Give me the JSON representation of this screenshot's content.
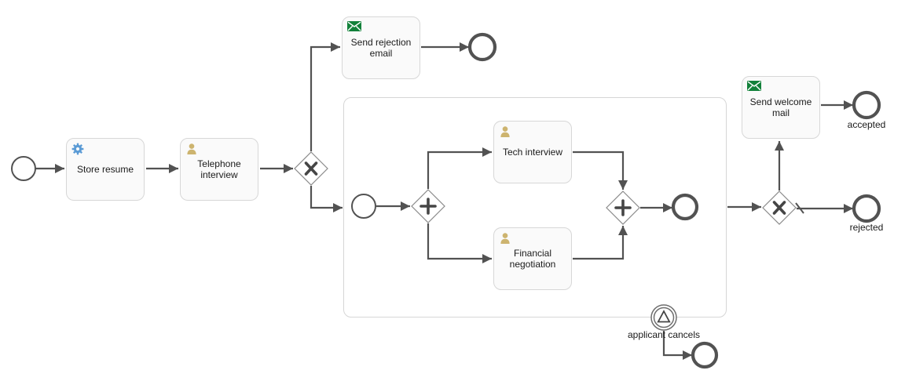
{
  "diagram_type": "BPMN process diagram (hiring / interview process)",
  "colors": {
    "flow_stroke": "#525252",
    "task_fill": "#fafafa",
    "task_border": "#d7d7d7",
    "subprocess_border": "#d6d6d6",
    "gateway_border": "#8a8a8a",
    "service_icon_blue": "#5b9bd5",
    "user_icon_tan": "#cdb46f",
    "send_icon_green": "#12813a"
  },
  "tasks": {
    "store_resume": {
      "label": "Store resume",
      "type": "service-task",
      "icon": "gear-icon"
    },
    "telephone_interview": {
      "label": "Telephone interview",
      "type": "user-task",
      "icon": "user-icon"
    },
    "send_rejection_email": {
      "label": "Send rejection email",
      "type": "send-task",
      "icon": "envelope-icon"
    },
    "tech_interview": {
      "label": "Tech interview",
      "type": "user-task",
      "icon": "user-icon"
    },
    "financial_negotiation": {
      "label": "Financial negotiation",
      "type": "user-task",
      "icon": "user-icon"
    },
    "send_welcome_mail": {
      "label": "Send welcome mail",
      "type": "send-task",
      "icon": "envelope-icon"
    }
  },
  "gateways": {
    "xor_split": {
      "type": "exclusive",
      "symbol": "X"
    },
    "parallel_split": {
      "type": "parallel",
      "symbol": "+"
    },
    "parallel_join": {
      "type": "parallel",
      "symbol": "+"
    },
    "xor_accept_reject": {
      "type": "exclusive",
      "symbol": "X"
    }
  },
  "events": {
    "start": {
      "type": "start-event",
      "label": ""
    },
    "rejection_sent_end": {
      "type": "end-event",
      "label": ""
    },
    "subprocess_start": {
      "type": "start-event",
      "label": ""
    },
    "subprocess_end": {
      "type": "end-event",
      "label": ""
    },
    "accepted_end": {
      "type": "end-event",
      "label": "accepted"
    },
    "rejected_end": {
      "type": "end-event",
      "label": "rejected"
    },
    "applicant_cancels_boundary": {
      "type": "signal-boundary-event",
      "label": "applicant cancels",
      "icon": "signal-triangle-icon"
    },
    "cancel_end": {
      "type": "end-event",
      "label": ""
    }
  },
  "markers": {
    "default_flow": "slash marker on flow from accept/reject gateway to rejected end"
  }
}
